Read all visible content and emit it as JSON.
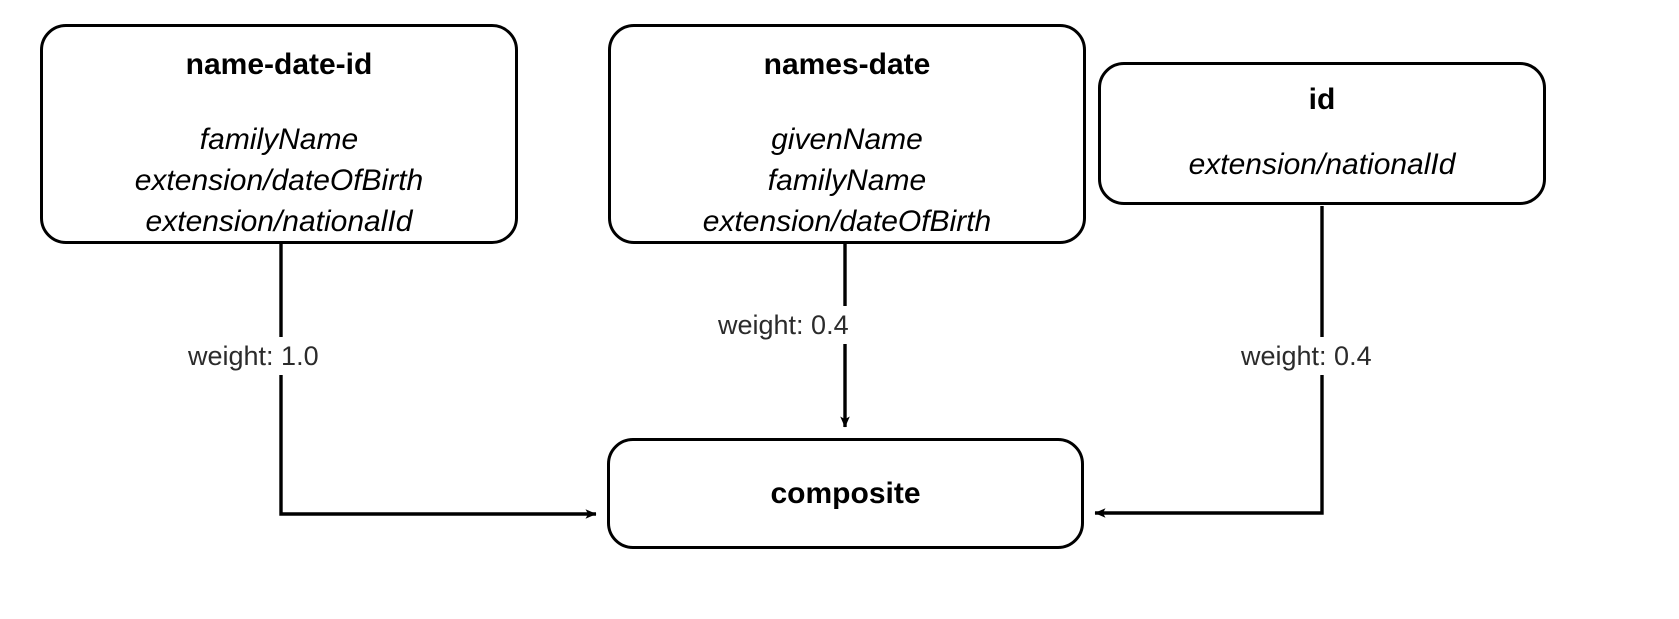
{
  "diagram": {
    "type": "flow-graph",
    "background_color": "#ffffff",
    "stroke_color": "#000000",
    "label_color": "#2b2b2b",
    "nodes": [
      {
        "id": "name-date-id",
        "title": "name-date-id",
        "fields": [
          "familyName",
          "extension/dateOfBirth",
          "extension/nationalId"
        ]
      },
      {
        "id": "names-date",
        "title": "names-date",
        "fields": [
          "givenName",
          "familyName",
          "extension/dateOfBirth"
        ]
      },
      {
        "id": "id",
        "title": "id",
        "fields": [
          "extension/nationalId"
        ]
      },
      {
        "id": "composite",
        "title": "composite",
        "fields": []
      }
    ],
    "edges": [
      {
        "from": "name-date-id",
        "to": "composite",
        "label": "weight: 1.0",
        "weight": 1.0
      },
      {
        "from": "names-date",
        "to": "composite",
        "label": "weight: 0.4",
        "weight": 0.4
      },
      {
        "from": "id",
        "to": "composite",
        "label": "weight: 0.4",
        "weight": 0.4
      }
    ]
  }
}
